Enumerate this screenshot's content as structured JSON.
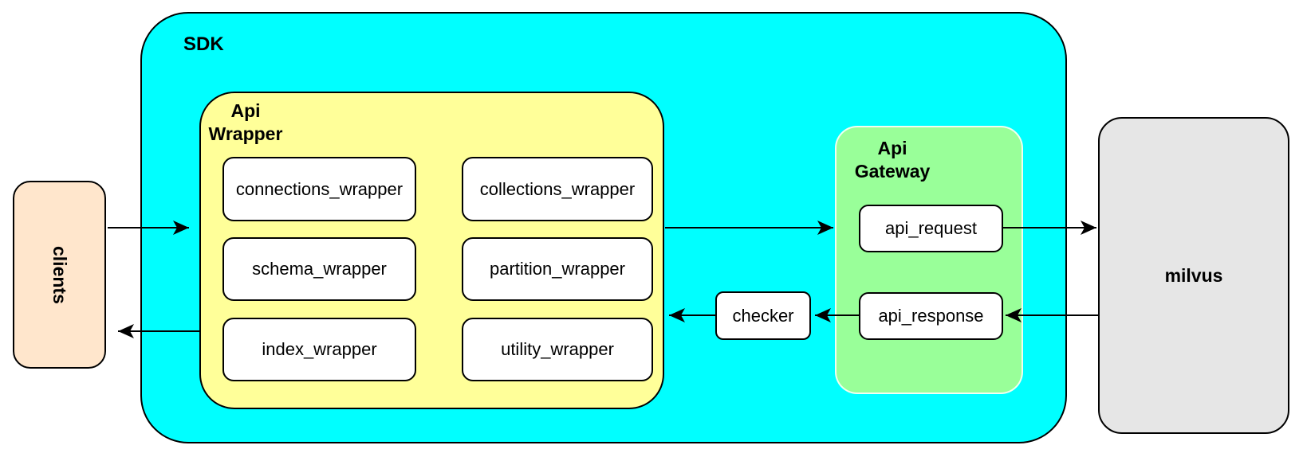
{
  "colors": {
    "canvas": "#FFFFFF",
    "sdk": "#00FFFF",
    "wrapper": "#FFFF99",
    "gateway": "#99FF99",
    "clients": "#FFE6CC",
    "milvus": "#E6E6E6",
    "node": "#FFFFFF",
    "border": "#000000",
    "arrow": "#000000"
  },
  "containers": {
    "sdk": {
      "label": "SDK"
    },
    "api_wrapper": {
      "label": "Api\nWrapper",
      "items": [
        {
          "label": "connections_wrapper"
        },
        {
          "label": "collections_wrapper"
        },
        {
          "label": "schema_wrapper"
        },
        {
          "label": "partition_wrapper"
        },
        {
          "label": "index_wrapper"
        },
        {
          "label": "utility_wrapper"
        }
      ]
    },
    "api_gateway": {
      "label": "Api\nGateway",
      "items": [
        {
          "label": "api_request"
        },
        {
          "label": "api_response"
        }
      ]
    }
  },
  "nodes": {
    "clients": {
      "label": "clients"
    },
    "checker": {
      "label": "checker"
    },
    "milvus": {
      "label": "milvus"
    }
  },
  "edges": [
    {
      "from": "clients",
      "to": "api_wrapper"
    },
    {
      "from": "sdk",
      "to": "clients"
    },
    {
      "from": "api_wrapper",
      "to": "api_request"
    },
    {
      "from": "api_request",
      "to": "milvus"
    },
    {
      "from": "milvus",
      "to": "api_response"
    },
    {
      "from": "api_response",
      "to": "checker"
    },
    {
      "from": "checker",
      "to": "api_wrapper"
    }
  ]
}
